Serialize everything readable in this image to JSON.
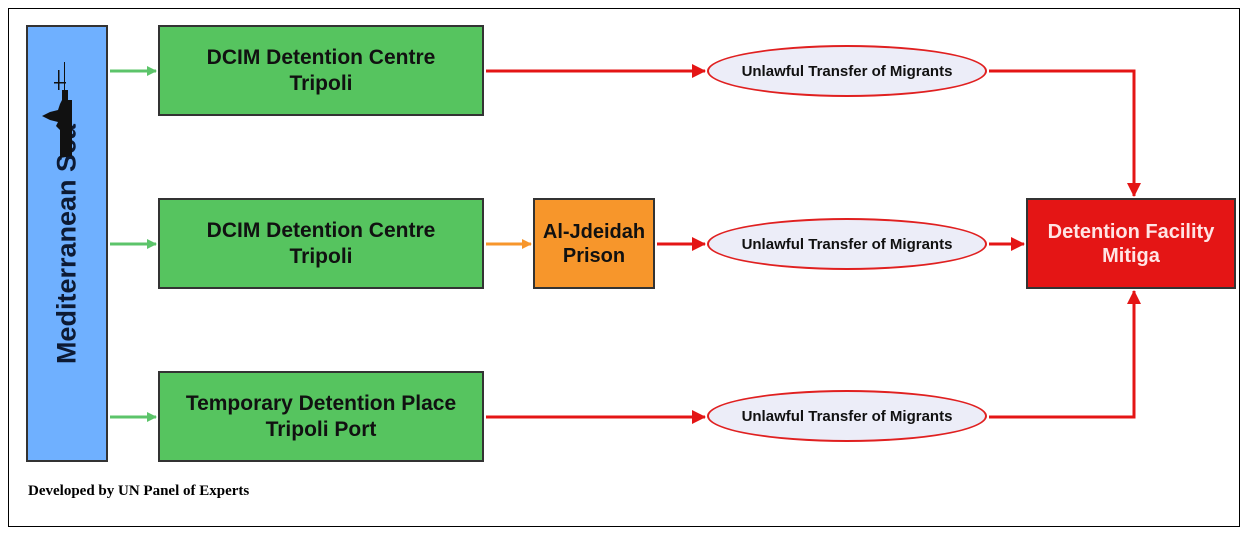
{
  "diagram": {
    "sea_label": "Mediterranean Sea",
    "nodes": {
      "dcim_1": {
        "line1": "DCIM Detention Centre",
        "line2": "Tripoli"
      },
      "dcim_2": {
        "line1": "DCIM Detention Centre",
        "line2": "Tripoli"
      },
      "temporary": {
        "line1": "Temporary Detention Place",
        "line2": "Tripoli Port"
      },
      "prison": {
        "line1": "Al-Jdeidah",
        "line2": "Prison"
      },
      "facility": {
        "line1": "Detention Facility",
        "line2": "Mitiga"
      }
    },
    "transfers": [
      {
        "label": "Unlawful Transfer of Migrants"
      },
      {
        "label": "Unlawful Transfer of Migrants"
      },
      {
        "label": "Unlawful Transfer of Migrants"
      }
    ],
    "credit": "Developed by UN Panel of Experts"
  },
  "colors": {
    "sea": "#6fb0ff",
    "detention_centre": "#56c45f",
    "prison": "#f7962b",
    "facility": "#e41515",
    "transfer_fill": "#ecedf8",
    "arrow_green": "#5cc46a",
    "arrow_orange": "#f7962b",
    "arrow_red": "#e41515"
  },
  "icons": {
    "sea_ship": "ship-silhouette-icon"
  }
}
